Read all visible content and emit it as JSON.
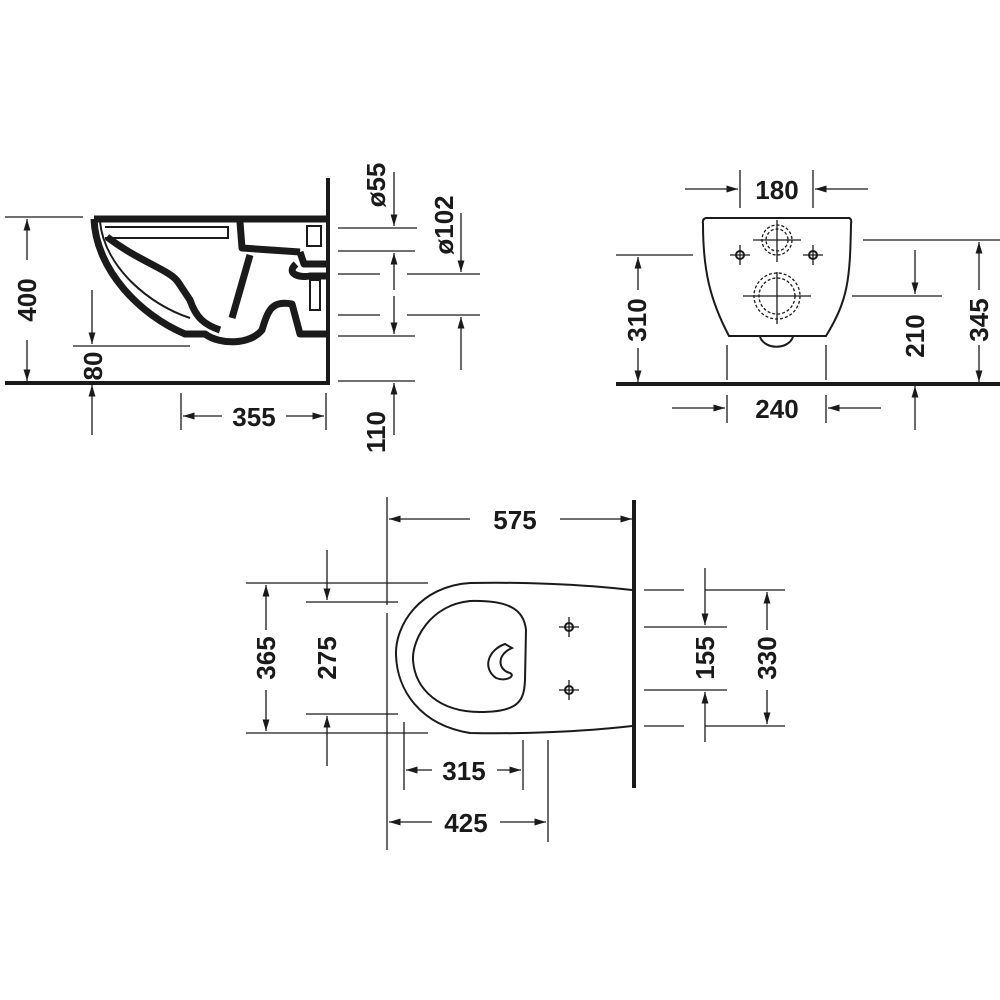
{
  "drawing": {
    "subject": "wall-hung toilet dimensional drawing",
    "units": "mm",
    "line_color": "#1a1a1a",
    "background": "#ffffff"
  },
  "side_view": {
    "dims": {
      "height": "400",
      "pan_clearance": "80",
      "depth": "355",
      "outlet_height": "110",
      "inlet_diameter": "ø55",
      "outlet_diameter": "ø102"
    }
  },
  "rear_view": {
    "dims": {
      "fixing_spacing": "180",
      "fixing_height": "310",
      "outlet_height": "210",
      "inlet_height": "345",
      "base_width": "240"
    }
  },
  "top_view": {
    "dims": {
      "length": "575",
      "outer_width": "365",
      "seat_width": "275",
      "fixing_spacing": "155",
      "wall_width": "330",
      "seat_length": "315",
      "bowl_length": "425"
    }
  }
}
